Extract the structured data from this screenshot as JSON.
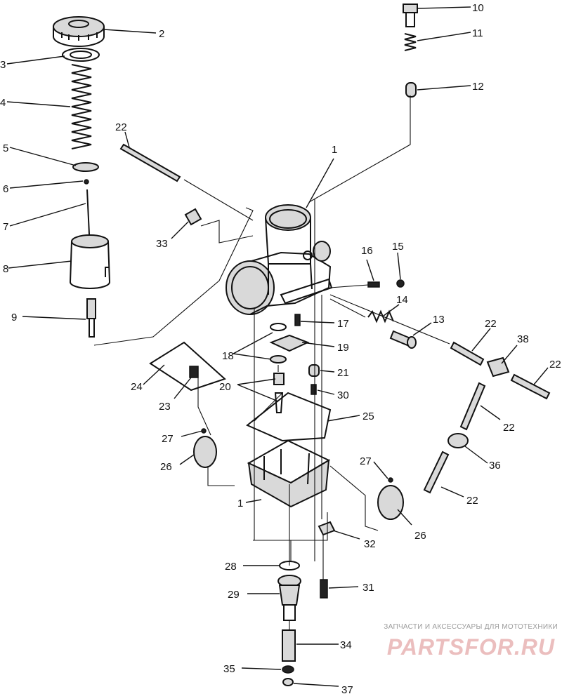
{
  "callouts": [
    {
      "id": "c2",
      "text": "2"
    },
    {
      "id": "c3",
      "text": "3"
    },
    {
      "id": "c4",
      "text": "4"
    },
    {
      "id": "c5",
      "text": "5"
    },
    {
      "id": "c6",
      "text": "6"
    },
    {
      "id": "c7",
      "text": "7"
    },
    {
      "id": "c8",
      "text": "8"
    },
    {
      "id": "c9",
      "text": "9"
    },
    {
      "id": "c10",
      "text": "10"
    },
    {
      "id": "c11",
      "text": "11"
    },
    {
      "id": "c12",
      "text": "12"
    },
    {
      "id": "c1a",
      "text": "1"
    },
    {
      "id": "c22a",
      "text": "22"
    },
    {
      "id": "c33",
      "text": "33"
    },
    {
      "id": "c16",
      "text": "16"
    },
    {
      "id": "c15",
      "text": "15"
    },
    {
      "id": "c14",
      "text": "14"
    },
    {
      "id": "c13",
      "text": "13"
    },
    {
      "id": "c17",
      "text": "17"
    },
    {
      "id": "c18",
      "text": "18"
    },
    {
      "id": "c19",
      "text": "19"
    },
    {
      "id": "c20",
      "text": "20"
    },
    {
      "id": "c21",
      "text": "21"
    },
    {
      "id": "c30",
      "text": "30"
    },
    {
      "id": "c24",
      "text": "24"
    },
    {
      "id": "c23",
      "text": "23"
    },
    {
      "id": "c25",
      "text": "25"
    },
    {
      "id": "c22b",
      "text": "22"
    },
    {
      "id": "c38",
      "text": "38"
    },
    {
      "id": "c22c",
      "text": "22"
    },
    {
      "id": "c22d",
      "text": "22"
    },
    {
      "id": "c36",
      "text": "36"
    },
    {
      "id": "c22e",
      "text": "22"
    },
    {
      "id": "c27a",
      "text": "27"
    },
    {
      "id": "c26a",
      "text": "26"
    },
    {
      "id": "c27b",
      "text": "27"
    },
    {
      "id": "c1b",
      "text": "1"
    },
    {
      "id": "c26b",
      "text": "26"
    },
    {
      "id": "c32",
      "text": "32"
    },
    {
      "id": "c28",
      "text": "28"
    },
    {
      "id": "c29",
      "text": "29"
    },
    {
      "id": "c31",
      "text": "31"
    },
    {
      "id": "c34",
      "text": "34"
    },
    {
      "id": "c35",
      "text": "35"
    },
    {
      "id": "c37",
      "text": "37"
    }
  ],
  "watermark": {
    "tagline": "ЗАПЧАСТИ И АКСЕССУАРЫ ДЛЯ МОТОТЕХНИКИ",
    "logo": "PARTSFOR.RU"
  }
}
